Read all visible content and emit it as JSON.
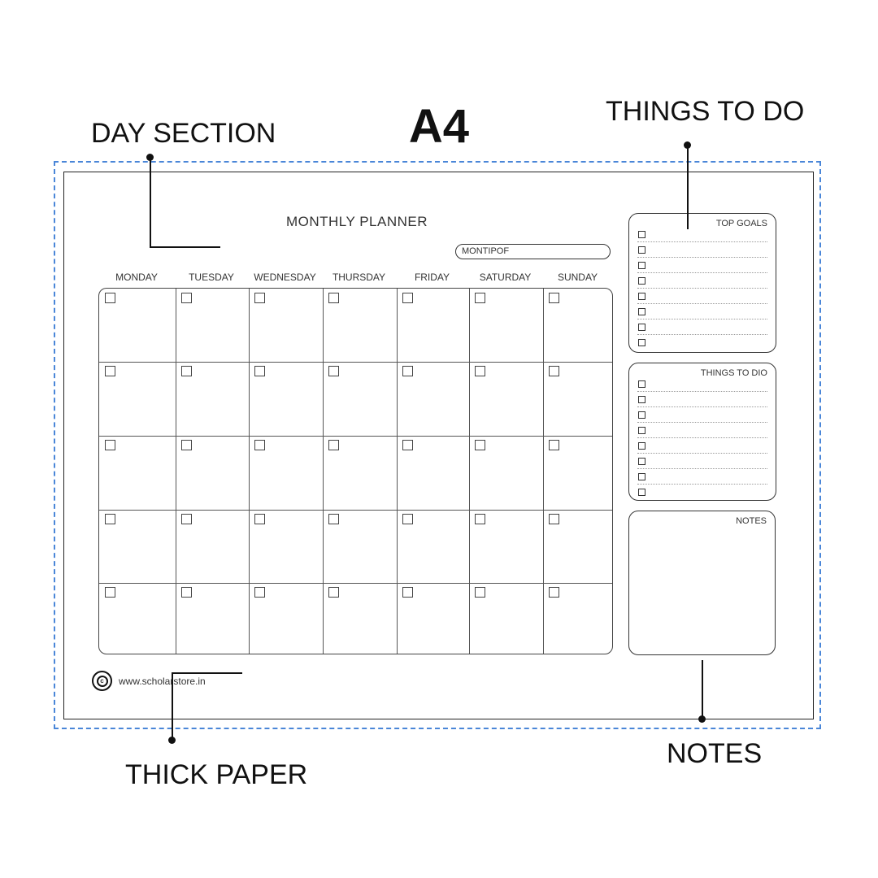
{
  "annotations": {
    "size": "A4",
    "day_section": "DAY SECTION",
    "things_to_do": "THINGS TO DO",
    "notes": "NOTES",
    "thick_paper": "THICK PAPER"
  },
  "planner": {
    "title": "MONTHLY PLANNER",
    "month_field": "MONTIPOF",
    "days": [
      "MONDAY",
      "TUESDAY",
      "WEDNESDAY",
      "THURSDAY",
      "FRIDAY",
      "SATURDAY",
      "SUNDAY"
    ],
    "weeks": 5,
    "website": "www.scholarstore.in",
    "logo_letter": "c"
  },
  "sidebar": {
    "top_goals": {
      "title": "TOP GOALS",
      "items": 8
    },
    "things_to_do": {
      "title": "THINGS TO DIO",
      "items": 8
    },
    "notes": {
      "title": "NOTES"
    }
  },
  "colors": {
    "dashed_border": "#4a86d8"
  }
}
